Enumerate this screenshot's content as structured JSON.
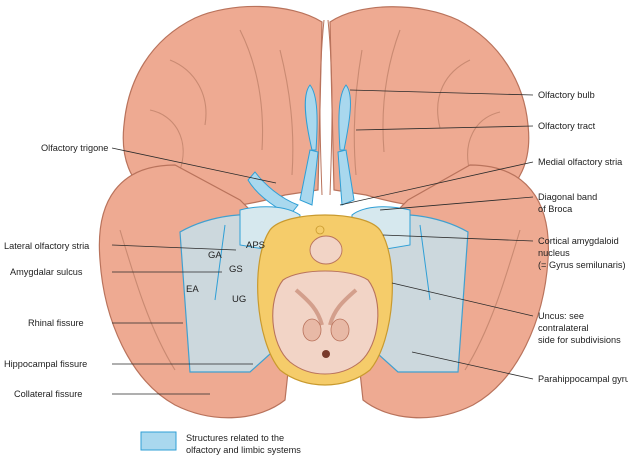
{
  "labels": {
    "olfactory_bulb": "Olfactory bulb",
    "olfactory_tract": "Olfactory tract",
    "olfactory_trigone": "Olfactory trigone",
    "medial_olfactory_stria": "Medial olfactory stria",
    "diagonal_band_1": "Diagonal band",
    "diagonal_band_2": "of Broca",
    "lateral_olfactory_stria": "Lateral olfactory stria",
    "cortical_amygdaloid_1": "Cortical amygdaloid",
    "cortical_amygdaloid_2": "nucleus",
    "cortical_amygdaloid_3": "(= Gyrus semilunaris)",
    "amygdalar_sulcus": "Amygdalar sulcus",
    "rhinal_fissure": "Rhinal fissure",
    "uncus_1": "Uncus: see",
    "uncus_2": "contralateral",
    "uncus_3": "side for subdivisions",
    "hippocampal_fissure": "Hippocampal fissure",
    "parahippocampal_gyrus": "Parahippocampal gyrus",
    "collateral_fissure": "Collateral fissure"
  },
  "region_labels": {
    "ga": "GA",
    "aps": "APS",
    "gs": "GS",
    "ea": "EA",
    "ug": "UG"
  },
  "legend": {
    "line1": "Structures related to the",
    "line2": "olfactory and limbic systems",
    "swatch_color": "#a9d8ee"
  },
  "colors": {
    "brain": "#eeaa92",
    "brain_outline": "#b9735c",
    "limbic": "#a9d8ee",
    "limbic_outline": "#2f9fd6",
    "brainstem_band": "#f5cc6a",
    "midbrain": "#f2d4c6"
  }
}
